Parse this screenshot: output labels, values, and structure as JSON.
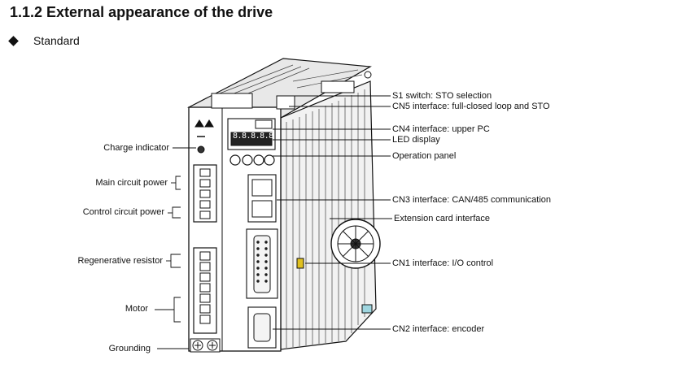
{
  "heading": "1.1.2 External appearance of the drive",
  "bullet": "Standard",
  "left_labels": {
    "charge": "Charge indicator",
    "main": "Main  circuit  power",
    "control": "Control circuit power",
    "regen": "Regenerative  resistor",
    "motor": "Motor",
    "ground": "Grounding"
  },
  "right_labels": {
    "s1": "S1 switch: STO selection",
    "cn5": "CN5 interface: full-closed loop and STO",
    "cn4": "CN4 interface: upper PC",
    "led": "LED display",
    "panel": "Operation panel",
    "cn3": "CN3 interface: CAN/485 communication",
    "ext": "Extension card interface",
    "cn1": "CN1 interface: I/O control",
    "cn2": "CN2 interface: encoder"
  },
  "led_text": "8.8.8.8.8",
  "colors": {
    "ink": "#111111",
    "body": "#ffffff",
    "accent": "#9fd6e0"
  }
}
